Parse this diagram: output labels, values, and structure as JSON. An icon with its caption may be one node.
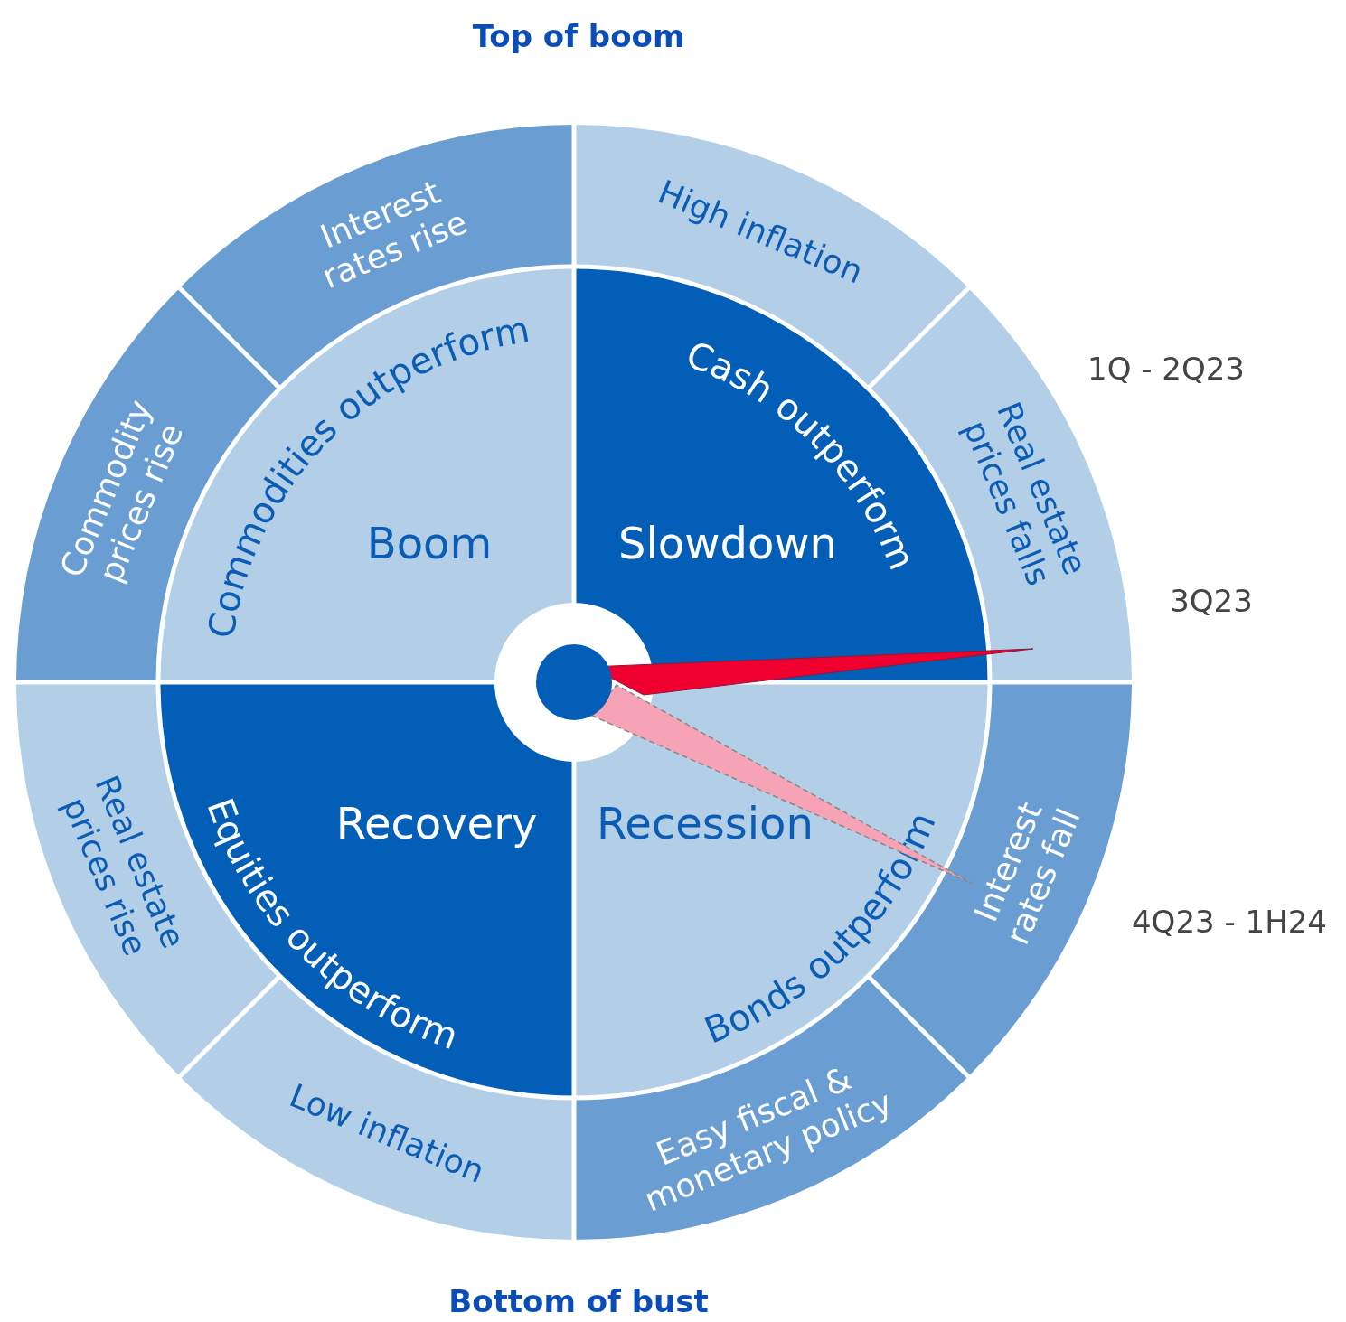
{
  "diagram": {
    "nodes": [
      {
        "text": [
          "Boom",
          "Commodities outperform"
        ]
      },
      {
        "text": [
          "Slowdown",
          "Cash outperform"
        ]
      },
      {
        "text": [
          "Recovery",
          "Equities outperform"
        ]
      },
      {
        "text": [
          "Recession",
          "Bonds outperform"
        ]
      },
      {
        "text": [
          "Commodity prices rise"
        ]
      },
      {
        "text": [
          "Interest rates rise"
        ]
      },
      {
        "text": [
          "High inflation"
        ]
      },
      {
        "text": [
          "Real estate prices falls"
        ]
      },
      {
        "text": [
          "Interest rates fall"
        ]
      },
      {
        "text": [
          "Easy fiscal & monetary policy"
        ]
      },
      {
        "text": [
          "Low inflation"
        ]
      },
      {
        "text": [
          "Real estate prices rise"
        ]
      }
    ],
    "edges": [],
    "labels": [
      "Top of boom",
      "1Q - 2Q23",
      "3Q23",
      "4Q23 - 1H24",
      "Bottom of bust"
    ]
  }
}
